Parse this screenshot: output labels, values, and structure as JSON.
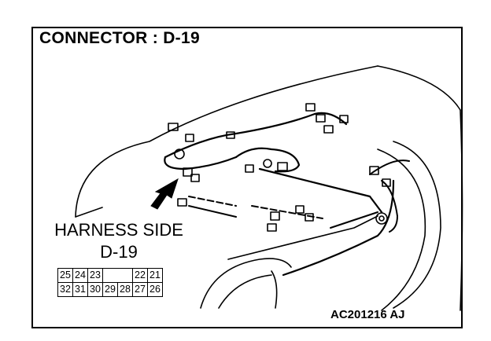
{
  "title": "CONNECTOR : D-19",
  "harness_label": "HARNESS SIDE",
  "connector_id": "D-19",
  "pin_rows": [
    [
      "25",
      "24",
      "23",
      "",
      "",
      "22",
      "21"
    ],
    [
      "32",
      "31",
      "30",
      "29",
      "28",
      "27",
      "26"
    ]
  ],
  "figure_code": "AC201216 AJ"
}
